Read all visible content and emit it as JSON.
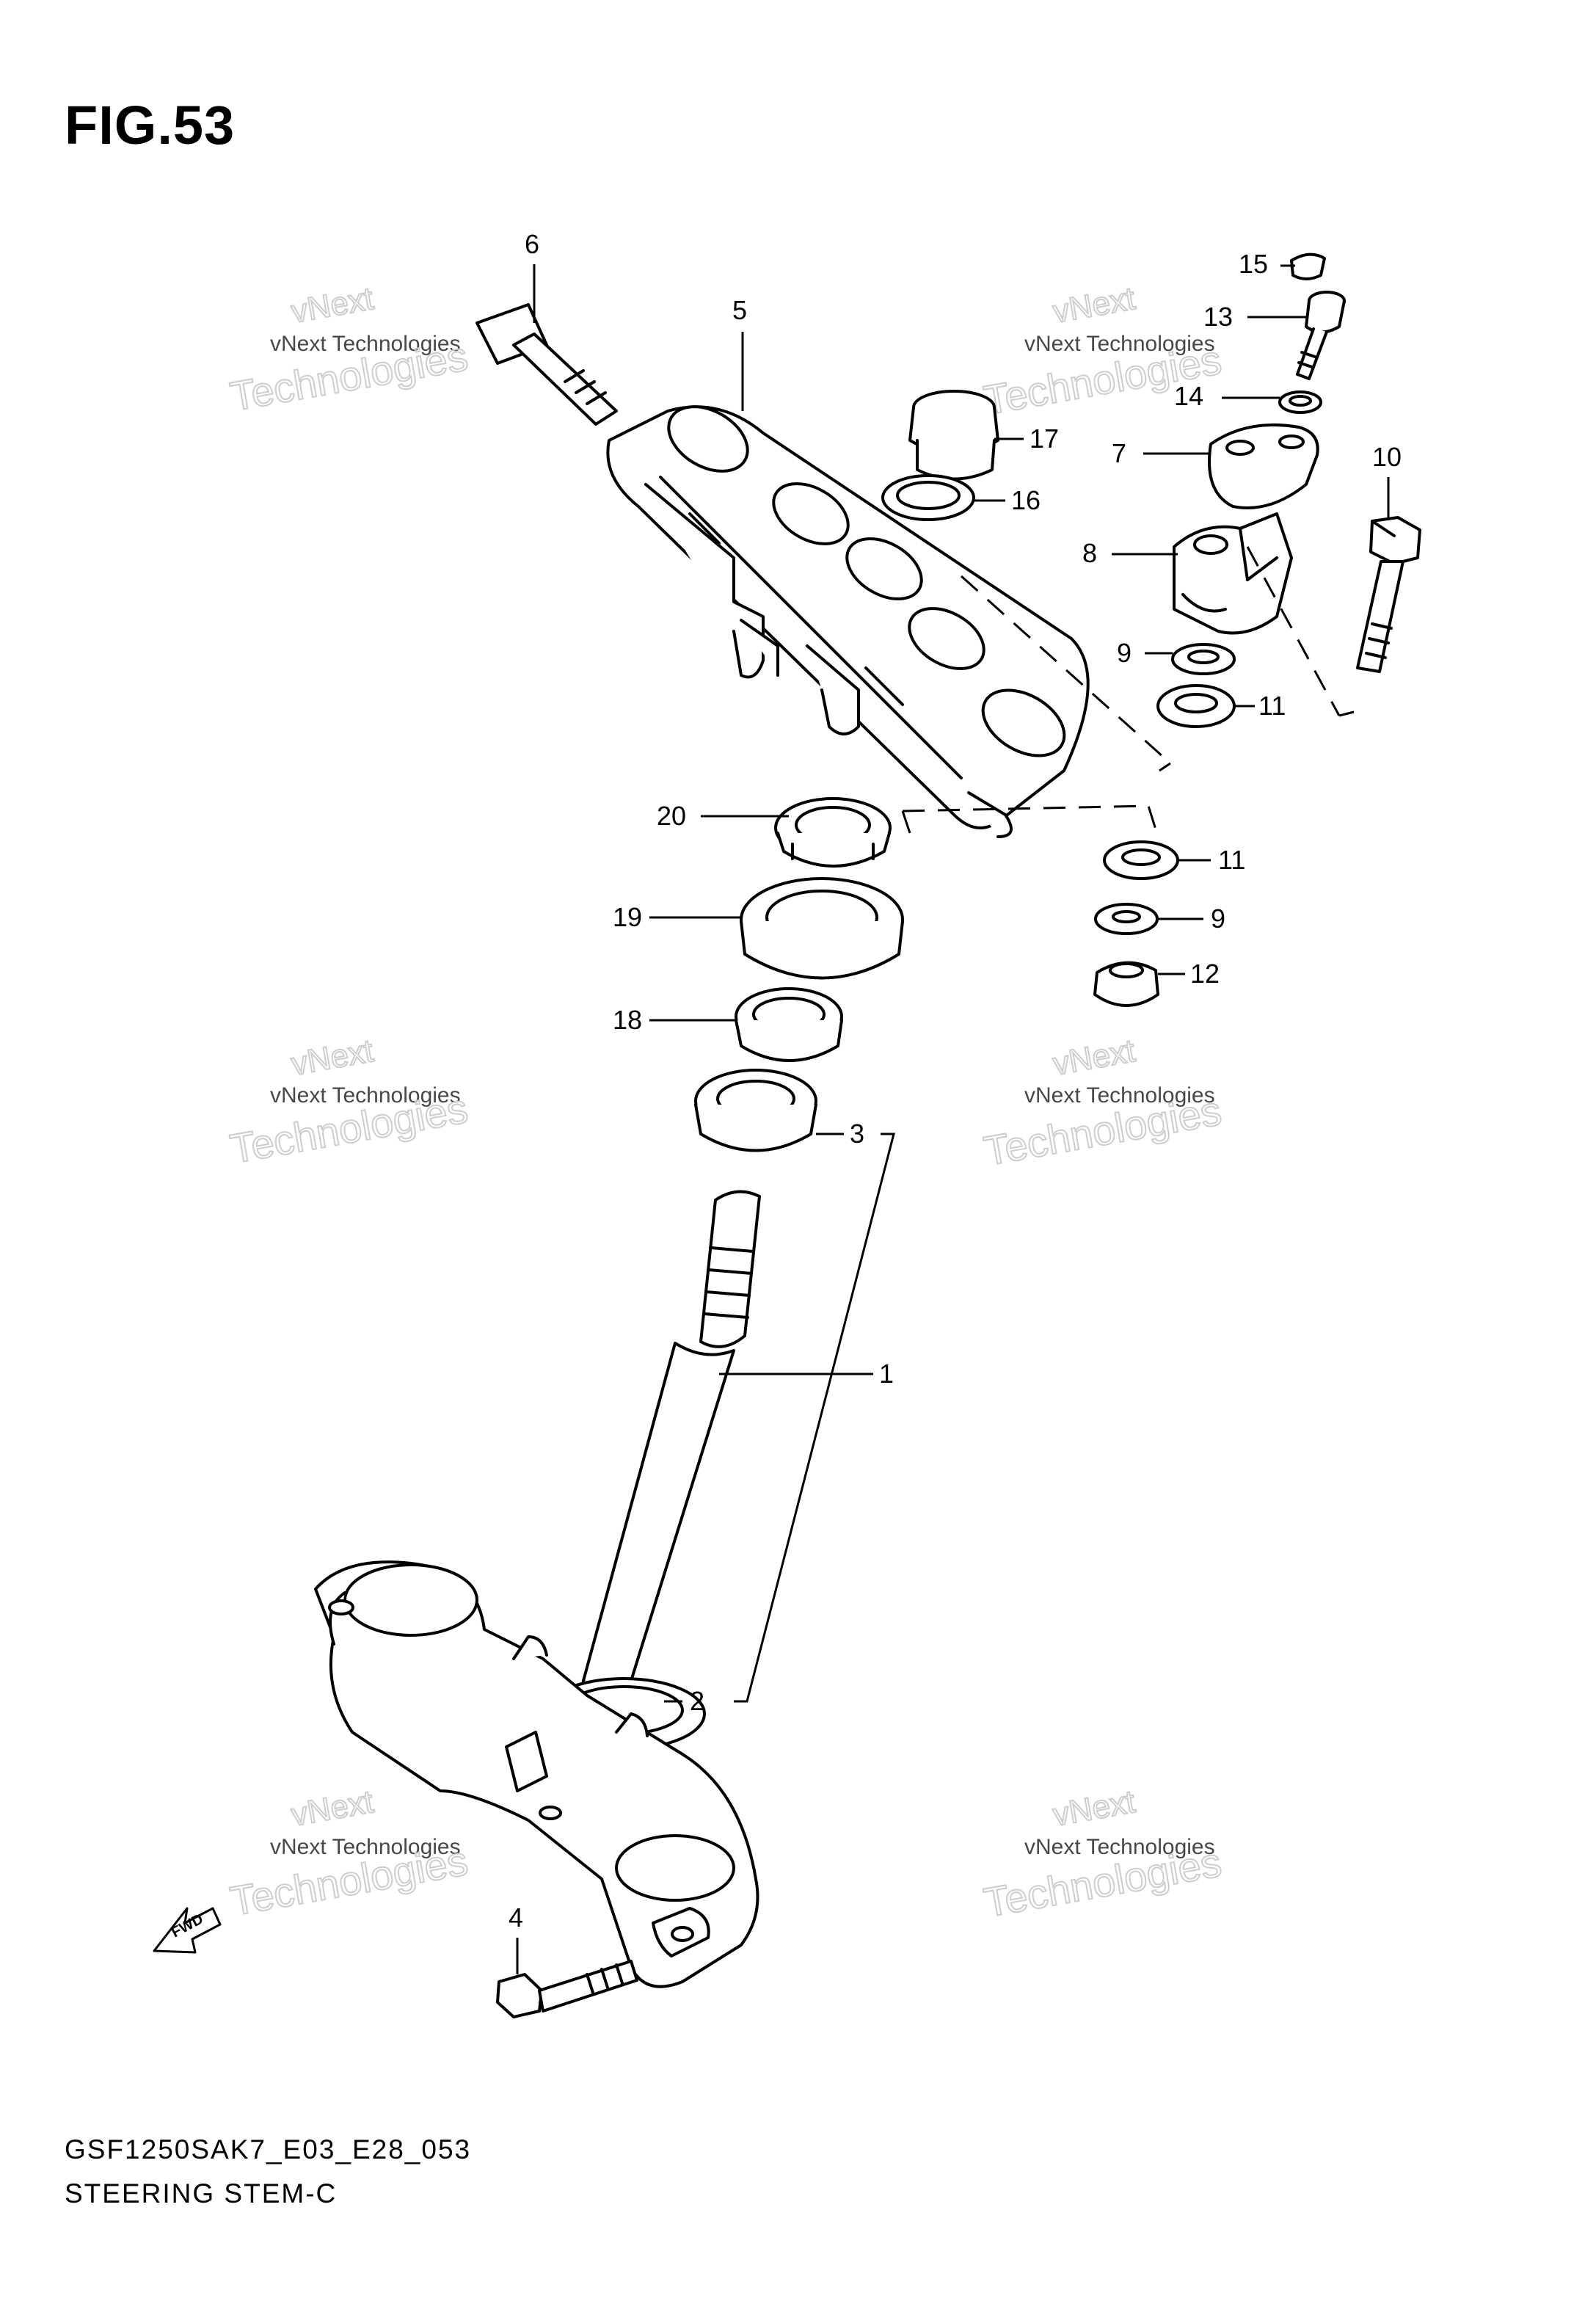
{
  "figure_title": "FIG.53",
  "footer": {
    "model_code": "GSF1250SAK7_E03_E28_053",
    "section": "STEERING STEM-C"
  },
  "fwd_label": "FWD",
  "watermark": {
    "line1": "vNext",
    "line2": "vNext Technologies",
    "line3": "Technologies"
  },
  "callouts": [
    {
      "number": "1",
      "part": "steering-stem"
    },
    {
      "number": "2",
      "part": "dust-seal"
    },
    {
      "number": "3",
      "part": "bearing-set"
    },
    {
      "number": "4",
      "part": "lower-clamp-bolt"
    },
    {
      "number": "5",
      "part": "upper-bracket"
    },
    {
      "number": "6",
      "part": "upper-clamp-bolt"
    },
    {
      "number": "7",
      "part": "handlebar-holder-upper"
    },
    {
      "number": "8",
      "part": "handlebar-holder-lower"
    },
    {
      "number": "9",
      "part": "washer"
    },
    {
      "number": "10",
      "part": "holder-bolt"
    },
    {
      "number": "11",
      "part": "cushion"
    },
    {
      "number": "12",
      "part": "nut"
    },
    {
      "number": "13",
      "part": "holder-upper-bolt"
    },
    {
      "number": "14",
      "part": "lock-washer"
    },
    {
      "number": "15",
      "part": "bolt-cap"
    },
    {
      "number": "16",
      "part": "stem-washer"
    },
    {
      "number": "17",
      "part": "stem-head-nut"
    },
    {
      "number": "18",
      "part": "inner-race"
    },
    {
      "number": "19",
      "part": "seal-cover"
    },
    {
      "number": "20",
      "part": "lock-nut"
    }
  ]
}
